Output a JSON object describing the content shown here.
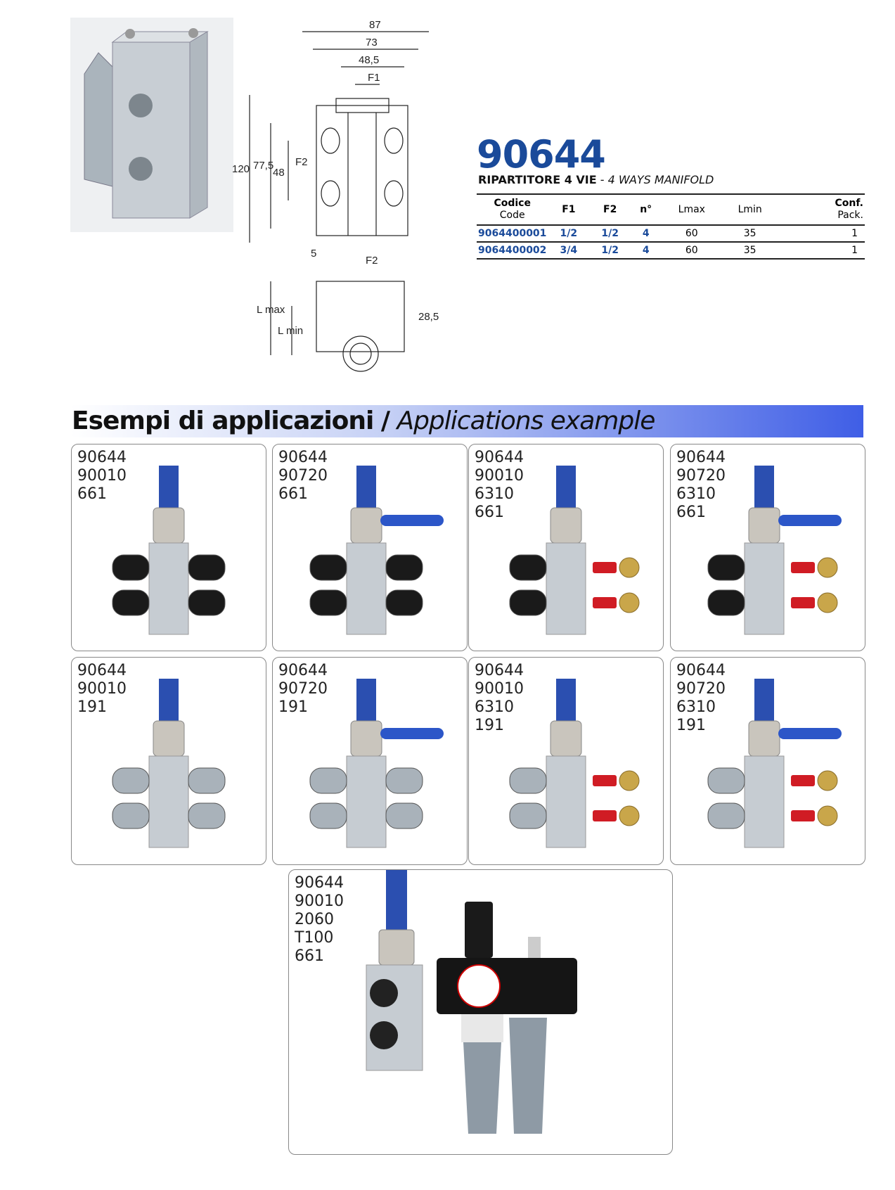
{
  "product": {
    "code": "90644",
    "title_it": "RIPARTITORE 4 VIE",
    "separator": "-",
    "title_en": "4 WAYS MANIFOLD"
  },
  "drawing": {
    "dims": [
      "87",
      "73",
      "48,5",
      "F1",
      "120",
      "77,5",
      "48",
      "F2",
      "5",
      "F2",
      "L max",
      "L min",
      "28,5"
    ]
  },
  "table": {
    "headers": {
      "code_it": "Codice",
      "code_en": "Code",
      "f1": "F1",
      "f2": "F2",
      "n": "n°",
      "lmax": "Lmax",
      "lmin": "Lmin",
      "pack_it": "Conf.",
      "pack_en": "Pack."
    },
    "rows": [
      {
        "code": "9064400001",
        "f1": "1/2",
        "f2": "1/2",
        "n": "4",
        "lmax": "60",
        "lmin": "35",
        "pack": "1"
      },
      {
        "code": "9064400002",
        "f1": "3/4",
        "f2": "1/2",
        "n": "4",
        "lmax": "60",
        "lmin": "35",
        "pack": "1"
      }
    ]
  },
  "section": {
    "title_it": "Esempi di applicazioni",
    "slash": "/",
    "title_en": "Applications example"
  },
  "examples": [
    {
      "lines": [
        "90644",
        "90010",
        "661"
      ]
    },
    {
      "lines": [
        "90644",
        "90720",
        "661"
      ]
    },
    {
      "lines": [
        "90644",
        "90010",
        "6310",
        "661"
      ]
    },
    {
      "lines": [
        "90644",
        "90720",
        "6310",
        "661"
      ]
    },
    {
      "lines": [
        "90644",
        "90010",
        "191"
      ]
    },
    {
      "lines": [
        "90644",
        "90720",
        "191"
      ]
    },
    {
      "lines": [
        "90644",
        "90010",
        "6310",
        "191"
      ]
    },
    {
      "lines": [
        "90644",
        "90720",
        "6310",
        "191"
      ]
    },
    {
      "lines": [
        "90644",
        "90010",
        "2060",
        "T100",
        "661"
      ]
    }
  ],
  "colors": {
    "brand": "#1a4a9a",
    "band_end": "#3f5ee6"
  }
}
